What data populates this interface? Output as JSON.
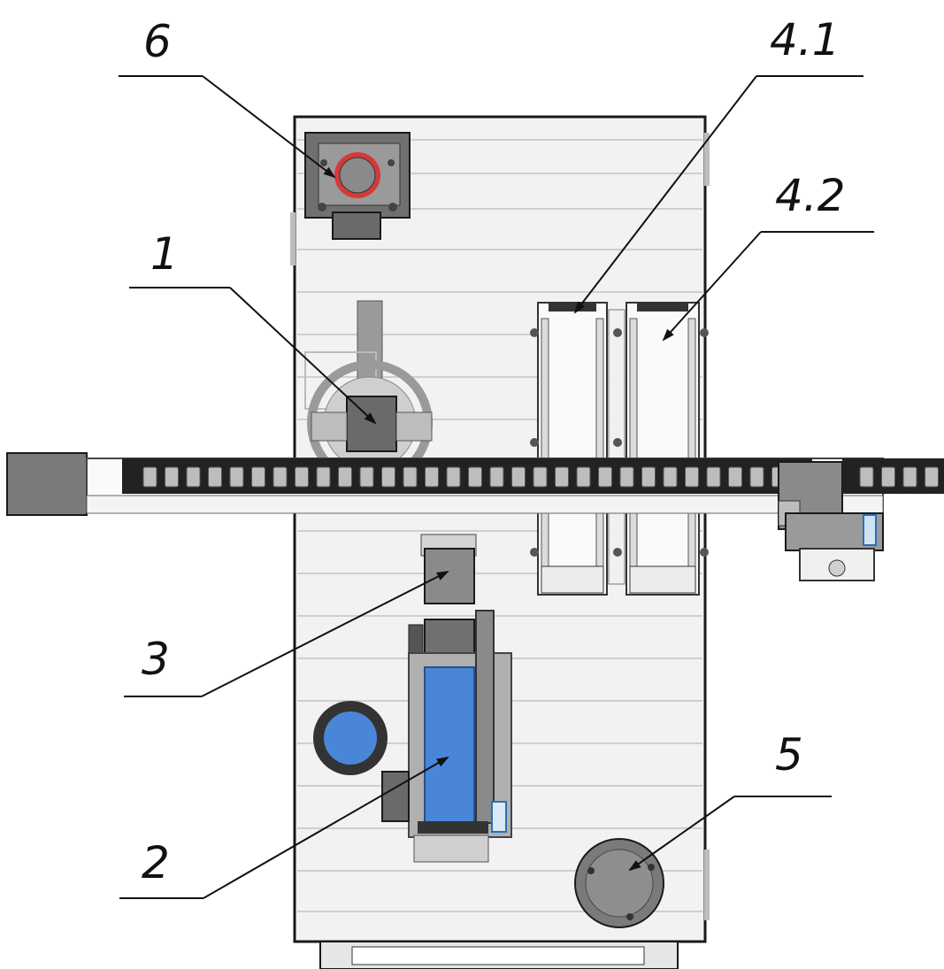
{
  "diagram": {
    "callouts": [
      {
        "id": "6",
        "label": "6",
        "target": "valve-assembly"
      },
      {
        "id": "4.1",
        "label": "4.1",
        "target": "magazine-left"
      },
      {
        "id": "4.2",
        "label": "4.2",
        "target": "magazine-right"
      },
      {
        "id": "1",
        "label": "1",
        "target": "rotary-gripper"
      },
      {
        "id": "3",
        "label": "3",
        "target": "cylinder-carriage"
      },
      {
        "id": "2",
        "label": "2",
        "target": "pneumatic-cylinder"
      },
      {
        "id": "5",
        "label": "5",
        "target": "round-base-unit"
      }
    ]
  },
  "colors": {
    "plate": "#f0f0f0",
    "plate_stripe": "#d9d9d9",
    "outline": "#1a1a1a",
    "dark_part": "#6a6a6a",
    "mid_part": "#9a9a9a",
    "cylinder_blue": "#4a86d8",
    "seal_red": "#d43a3a",
    "chain": "#222222"
  }
}
